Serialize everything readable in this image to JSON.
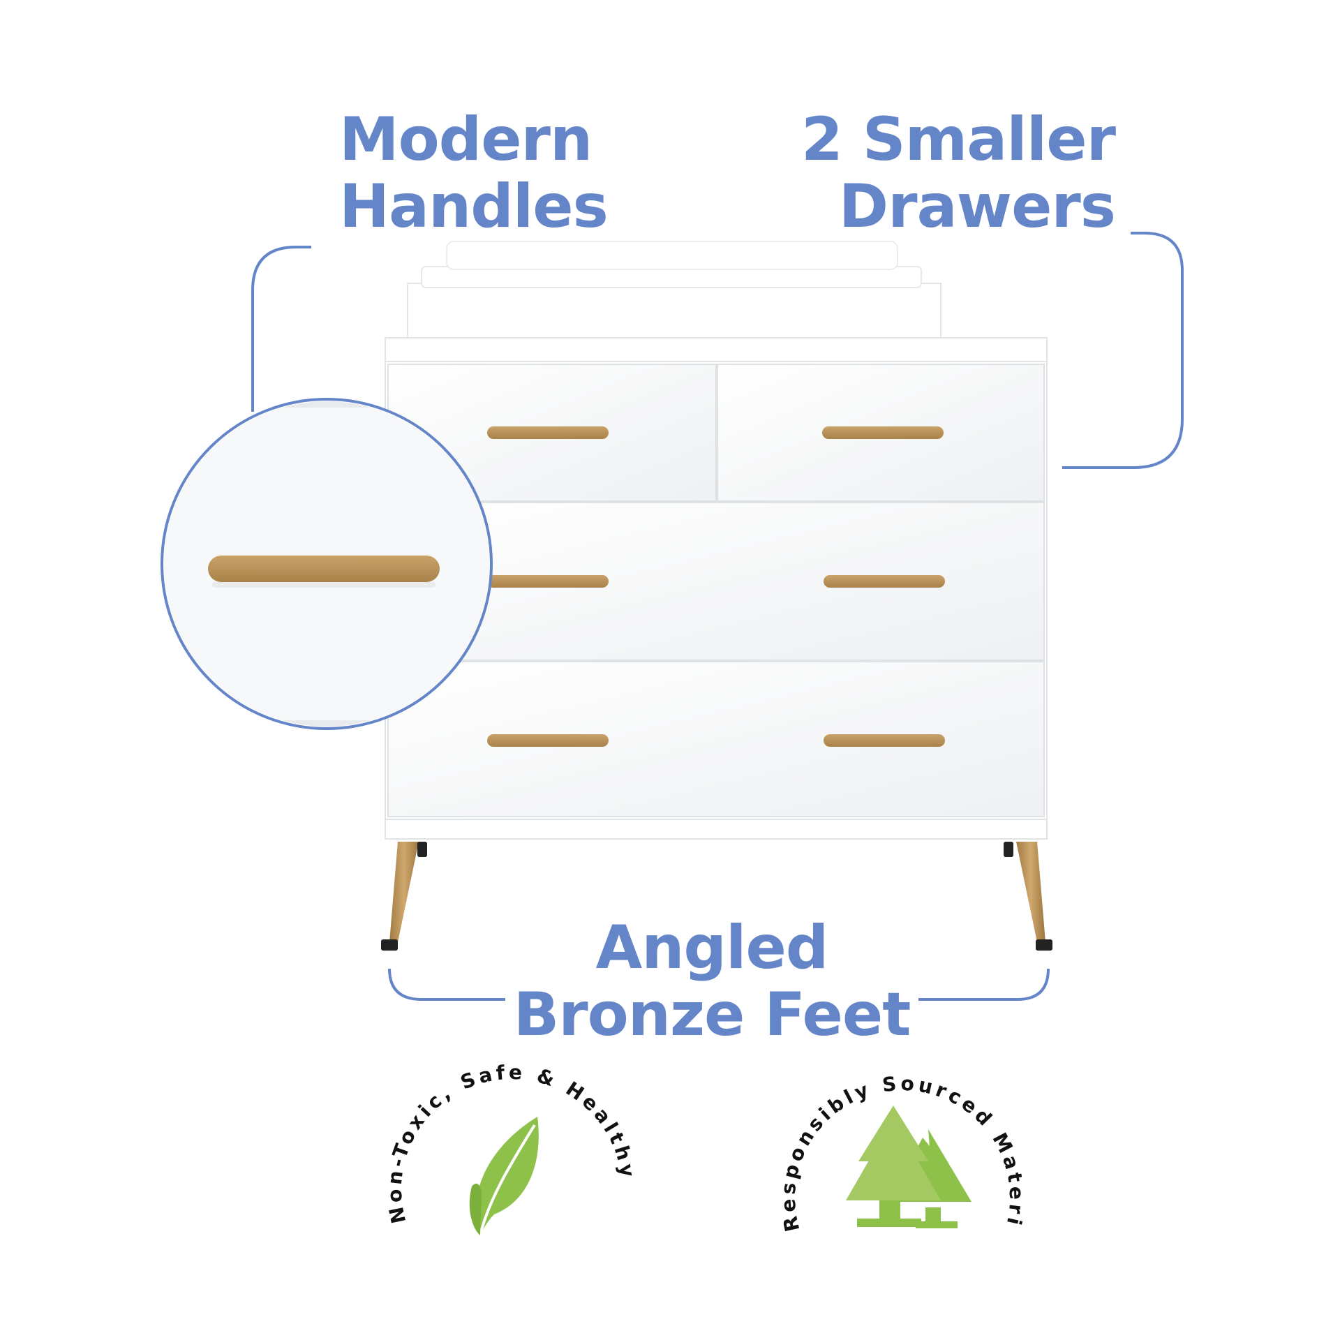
{
  "callouts": {
    "handles": {
      "line1": "Modern",
      "line2": "Handles"
    },
    "drawers": {
      "line1": "2 Smaller",
      "line2": "Drawers"
    },
    "feet": {
      "line1": "Angled",
      "line2": "Bronze Feet"
    }
  },
  "badges": {
    "non_toxic": {
      "text": "Non-Toxic, Safe & Healthy",
      "icon": "leaf-icon"
    },
    "responsibly_sourced": {
      "text": "Responsibly Sourced Materials",
      "icon": "pine-trees-icon"
    }
  },
  "colors": {
    "accent_blue": "#6585c9",
    "bronze": "#b8925a",
    "leaf_green": "#8dc14a",
    "dresser_white": "#ffffff"
  }
}
